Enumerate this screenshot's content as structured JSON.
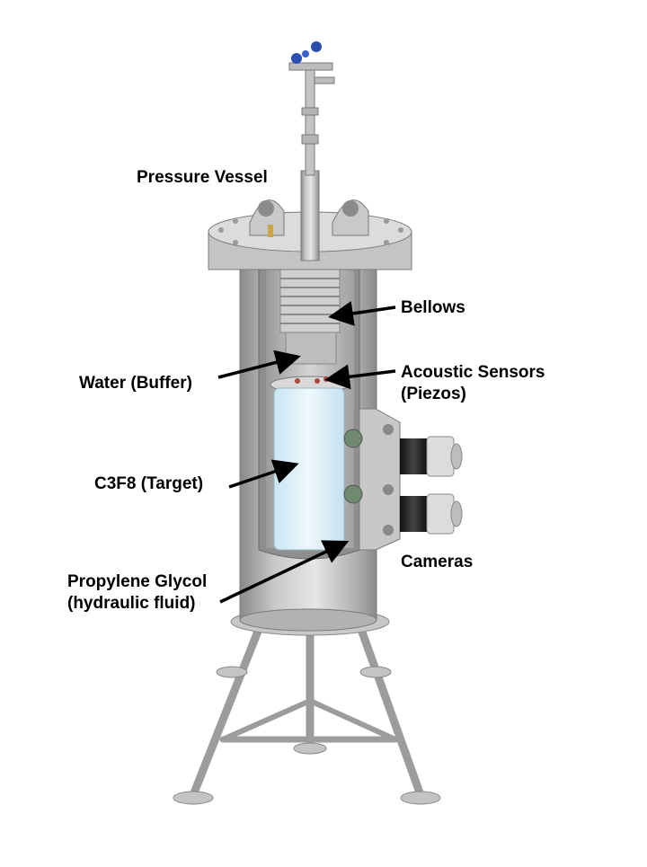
{
  "labels": {
    "pressure_vessel": "Pressure Vessel",
    "bellows": "Bellows",
    "water": "Water (Buffer)",
    "acoustic_line1": "Acoustic Sensors",
    "acoustic_line2": "(Piezos)",
    "target": "C3F8 (Target)",
    "glycol_line1": "Propylene Glycol",
    "glycol_line2": "(hydraulic fluid)",
    "cameras": "Cameras"
  },
  "colors": {
    "steel": "#b4b4b4",
    "steel_light": "#dcdcdc",
    "steel_dark": "#8c8c8c",
    "target_fluid": "#d8eef8",
    "valve_blue": "#2a4fb0",
    "camera_black": "#1a1a1a",
    "arrow": "#000000"
  }
}
